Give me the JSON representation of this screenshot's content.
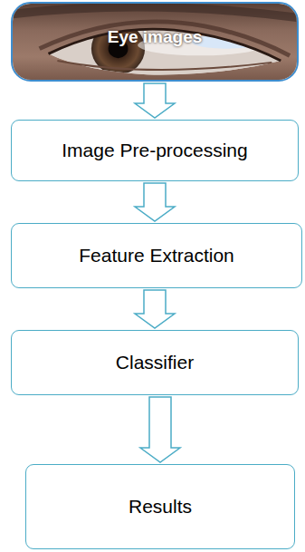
{
  "diagram": {
    "nodes": [
      {
        "text": [
          "Eye images"
        ]
      },
      {
        "text": [
          "Image Pre-processing"
        ]
      },
      {
        "text": [
          "Feature Extraction"
        ]
      },
      {
        "text": [
          "Classifier"
        ]
      },
      {
        "text": [
          "Results"
        ]
      }
    ],
    "edges": [
      {
        "from": 0,
        "to": 1,
        "arrow": "to"
      },
      {
        "from": 1,
        "to": 2,
        "arrow": "to"
      },
      {
        "from": 2,
        "to": 3,
        "arrow": "to"
      },
      {
        "from": 3,
        "to": 4,
        "arrow": "to"
      }
    ]
  }
}
